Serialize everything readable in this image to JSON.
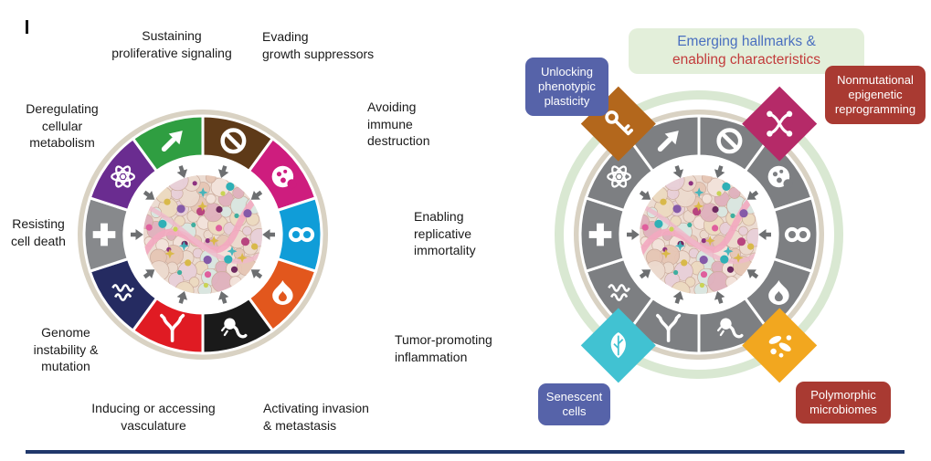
{
  "left_wheel": {
    "hallmarks": [
      {
        "label": "Evading\ngrowth suppressors",
        "color": "#5e3a18",
        "icon": "no-entry-icon"
      },
      {
        "label": "Avoiding\nimmune\ndestruction",
        "color": "#ce1d7e",
        "icon": "immune-cell-icon"
      },
      {
        "label": "Enabling\nreplicative\nimmortality",
        "color": "#109dd8",
        "icon": "infinity-icon"
      },
      {
        "label": "Tumor-promoting\ninflammation",
        "color": "#e2571d",
        "icon": "flame-icon"
      },
      {
        "label": "Activating invasion\n& metastasis",
        "color": "#1a1a1a",
        "icon": "invading-cell-icon"
      },
      {
        "label": "Inducing or accessing\nvasculature",
        "color": "#e01b23",
        "icon": "vessel-icon"
      },
      {
        "label": "Genome\ninstability &\nmutation",
        "color": "#252b61",
        "icon": "dna-scribble-icon"
      },
      {
        "label": "Resisting\ncell death",
        "color": "#87898c",
        "icon": "cross-icon"
      },
      {
        "label": "Deregulating\ncellular\nmetabolism",
        "color": "#6a2c90",
        "icon": "atom-icon"
      },
      {
        "label": "Sustaining\nproliferative signaling",
        "color": "#2f9e41",
        "icon": "growth-arrow-icon"
      }
    ]
  },
  "right_wheel": {
    "heading": {
      "line1": "Emerging hallmarks &",
      "line2": "enabling characteristics",
      "line1_color": "#4a6fbf",
      "line2_color": "#c23b3b",
      "background": "#e3efda"
    },
    "segment_color": "#7d7f82",
    "additions": [
      {
        "label": "Unlocking\nphenotypic\nplasticity",
        "box_color": "#5663a9",
        "diamond_color": "#b3671c",
        "icon": "key-icon"
      },
      {
        "label": "Nonmutational\nepigenetic\nreprogramming",
        "box_color": "#a93a32",
        "diamond_color": "#b52a68",
        "icon": "dna-methylation-icon"
      },
      {
        "label": "Senescent\ncells",
        "box_color": "#5663a9",
        "diamond_color": "#41c2d2",
        "icon": "leaf-icon"
      },
      {
        "label": "Polymorphic\nmicrobiomes",
        "box_color": "#a93a32",
        "diamond_color": "#f2a71f",
        "icon": "microbes-icon"
      }
    ]
  }
}
